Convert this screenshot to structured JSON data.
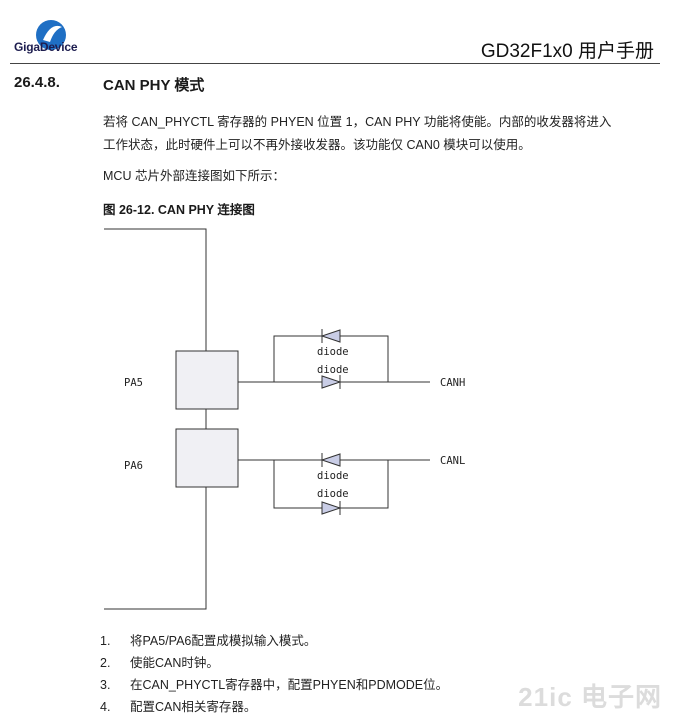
{
  "header": {
    "brand": "GigaDevice",
    "doc_title": "GD32F1x0 用户手册"
  },
  "section": {
    "number": "26.4.8.",
    "title": "CAN PHY 模式"
  },
  "paragraphs": [
    "若将 CAN_PHYCTL 寄存器的 PHYEN 位置 1，CAN PHY 功能将使能。内部的收发器将进入",
    "工作状态，此时硬件上可以不再外接收发器。该功能仅 CAN0 模块可以使用。",
    "MCU 芯片外部连接图如下所示："
  ],
  "figure": {
    "caption": "图 26-12. CAN PHY 连接图",
    "labels": {
      "pa5": "PA5",
      "pa6": "PA6",
      "canh": "CANH",
      "canl": "CANL",
      "diode": "diode"
    }
  },
  "steps": [
    {
      "num": "1.",
      "text": "将PA5/PA6配置成模拟输入模式。"
    },
    {
      "num": "2.",
      "text": "使能CAN时钟。"
    },
    {
      "num": "3.",
      "text": "在CAN_PHYCTL寄存器中，配置PHYEN和PDMODE位。"
    },
    {
      "num": "4.",
      "text": "配置CAN相关寄存器。"
    }
  ],
  "watermark": "21ic 电子网",
  "colors": {
    "logo_blue": "#1f6fc4",
    "diode_fill": "#c9cde6",
    "box_fill": "#f0f0f4"
  }
}
